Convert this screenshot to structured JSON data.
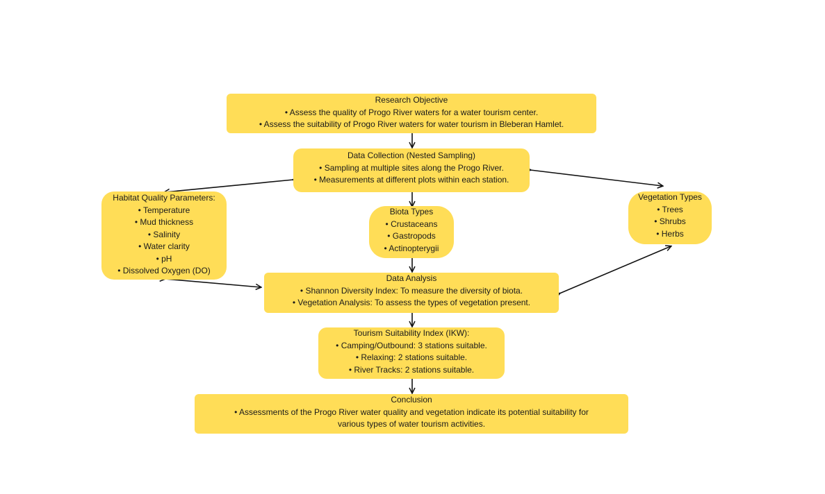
{
  "nodes": {
    "objective": {
      "title": "Research Objective",
      "lines": [
        "• Assess the quality of Progo River waters for a water tourism center.",
        "• Assess the suitability of Progo River waters for water tourism in Bleberan Hamlet."
      ]
    },
    "collection": {
      "title": "Data Collection (Nested Sampling)",
      "lines": [
        "• Sampling at multiple sites along the Progo River.",
        "• Measurements at different plots within each station."
      ]
    },
    "habitat": {
      "title": "Habitat Quality Parameters:",
      "lines": [
        "• Temperature",
        "• Mud thickness",
        "• Salinity",
        "• Water clarity",
        "• pH",
        "• Dissolved Oxygen (DO)"
      ]
    },
    "biota": {
      "title": "Biota Types",
      "lines": [
        "• Crustaceans",
        "• Gastropods",
        "• Actinopterygii"
      ]
    },
    "vegetation": {
      "title": "Vegetation Types",
      "lines": [
        "• Trees",
        "• Shrubs",
        "• Herbs"
      ]
    },
    "analysis": {
      "title": "Data Analysis",
      "lines": [
        "• Shannon Diversity Index: To measure the diversity of biota.",
        "• Vegetation Analysis: To assess the types of vegetation present."
      ]
    },
    "tourism": {
      "title": "Tourism Suitability Index (IKW):",
      "lines": [
        "• Camping/Outbound: 3 stations suitable.",
        "• Relaxing: 2 stations suitable.",
        "• River Tracks: 2 stations suitable."
      ]
    },
    "conclusion": {
      "title": "Conclusion",
      "lines": [
        "• Assessments of the Progo River water quality and vegetation indicate its potential suitability for",
        "various types of water tourism activities."
      ]
    }
  },
  "colors": {
    "box_fill": "#FFDD57",
    "arrow": "#111111",
    "text": "#1a1a1a"
  }
}
